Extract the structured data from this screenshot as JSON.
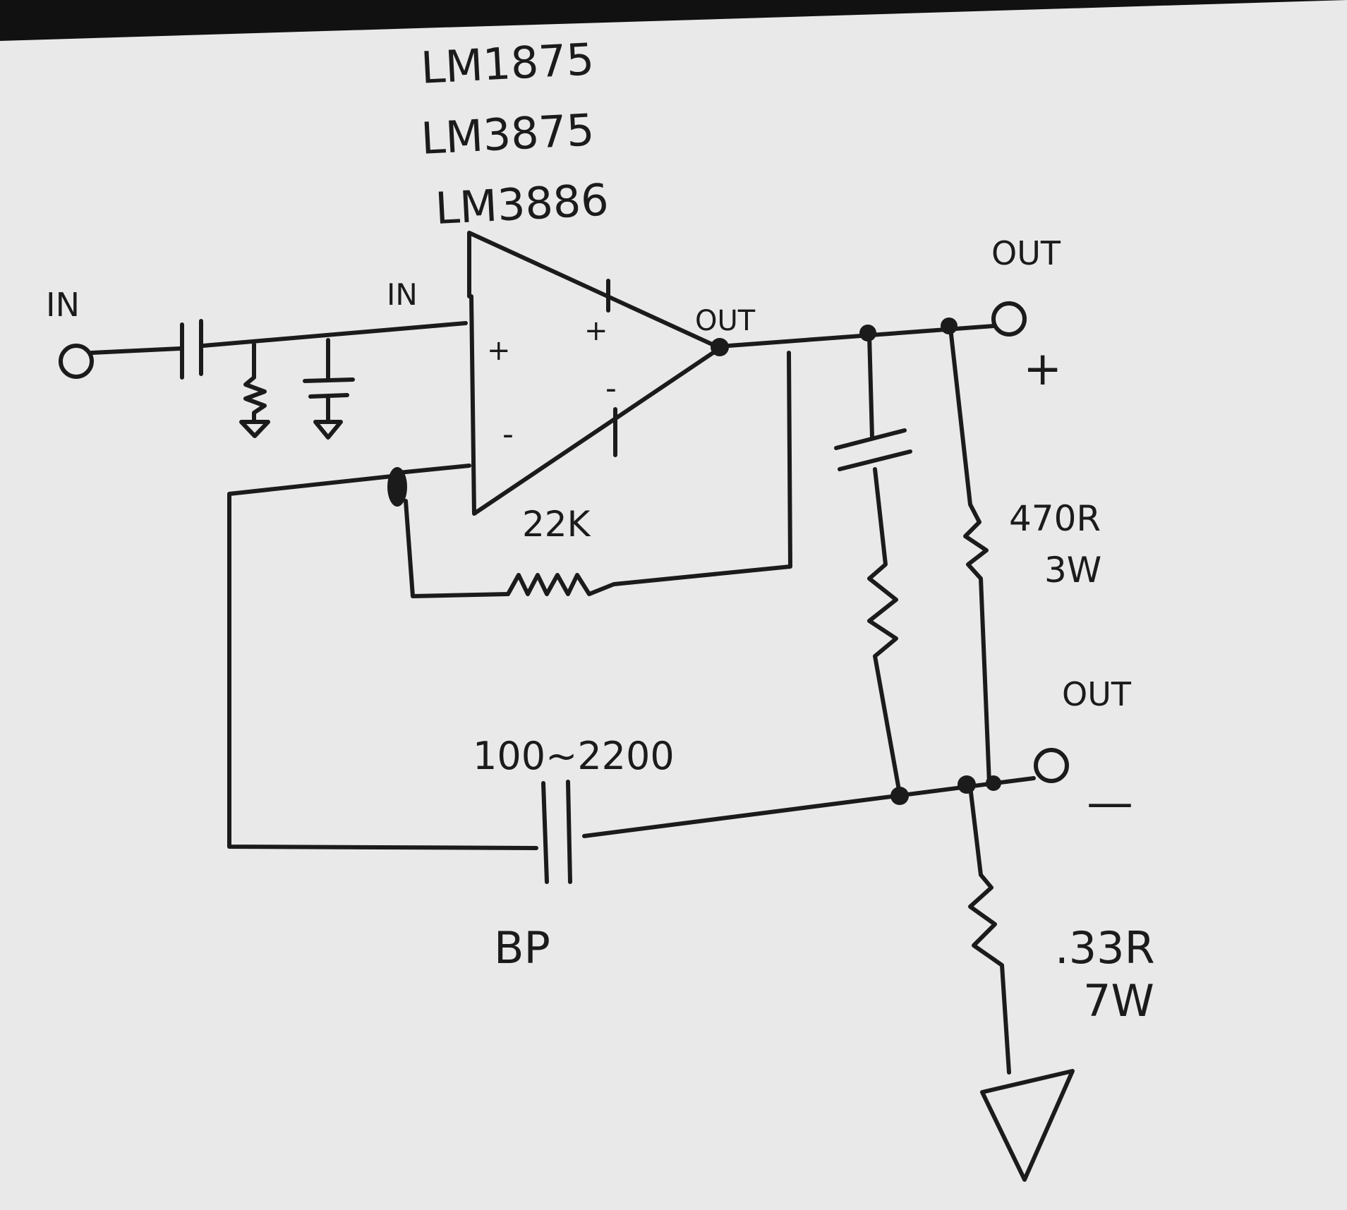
{
  "colors": {
    "paper": "#e9e9e9",
    "ink": "#1b1b1b",
    "shadow": "#111111"
  },
  "chip_labels": [
    "LM1875",
    "LM3875",
    "LM3886"
  ],
  "input": {
    "terminal_label": "IN",
    "amp_input_label": "IN"
  },
  "opamp": {
    "noninv_pin": "+",
    "inv_pin": "-",
    "supply_pos": "+",
    "supply_neg": "-",
    "out_label": "OUT"
  },
  "feedback": {
    "resistor_value": "22K"
  },
  "cap_bp": {
    "value": "100~2200",
    "type": "BP"
  },
  "r_470": {
    "value": "470R",
    "power": "3W"
  },
  "r_033": {
    "value": ".33R",
    "power": "7W"
  },
  "out_pos": {
    "label": "OUT",
    "polarity": "+"
  },
  "out_neg": {
    "label": "OUT",
    "polarity": "—"
  }
}
